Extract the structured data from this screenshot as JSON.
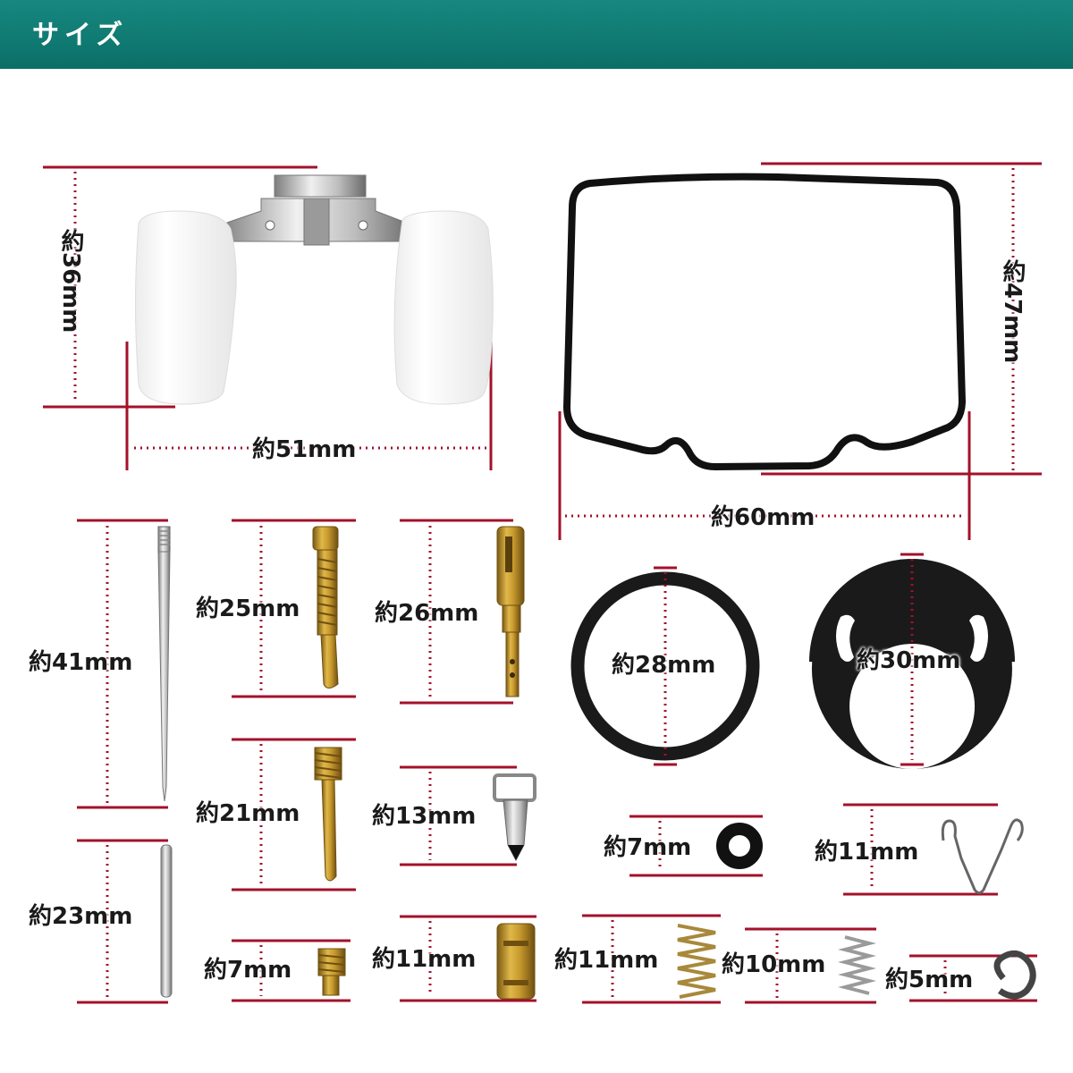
{
  "header": {
    "title": "サイズ"
  },
  "colors": {
    "header": "#0f7a72",
    "guide": "#a3112a"
  },
  "labels": {
    "float_height": "約36mm",
    "float_width": "約51mm",
    "gasket_height": "約47mm",
    "gasket_width": "約60mm",
    "needle": "約41mm",
    "pin": "約23mm",
    "pilot_screw": "約25mm",
    "jet26": "約26mm",
    "jet21": "約21mm",
    "needle_valve": "約13mm",
    "main_jet": "約7mm",
    "slow_jet": "約11mm",
    "spring_large": "約11mm",
    "spring_small": "約10mm",
    "oring_large": "約28mm",
    "plate": "約30mm",
    "oring_small": "約7mm",
    "clip": "約11mm",
    "eclip": "約5mm"
  }
}
